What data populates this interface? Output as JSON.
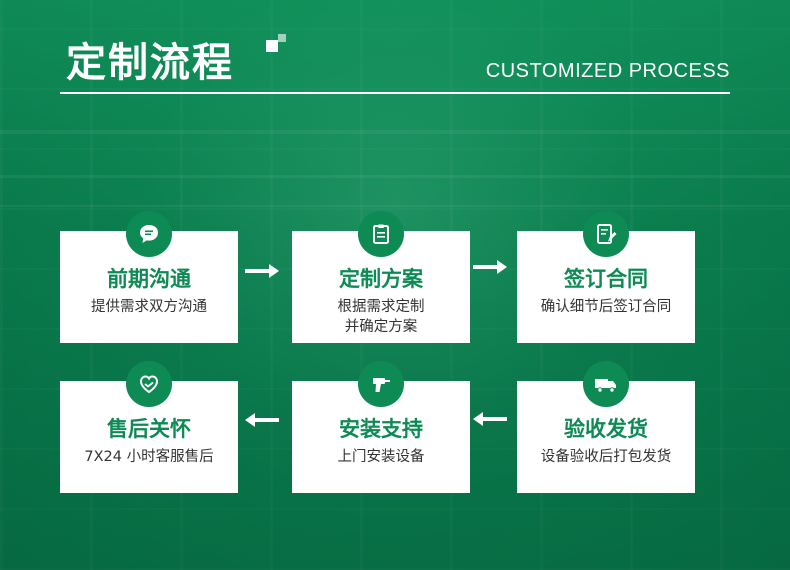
{
  "header": {
    "title": "定制流程",
    "subtitle": "CUSTOMIZED PROCESS"
  },
  "colors": {
    "brand_green": "#0e8a55",
    "card_bg": "#ffffff",
    "desc_text": "#333333"
  },
  "steps": [
    {
      "name": "前期沟通",
      "desc": "提供需求双方沟通",
      "icon": "chat-bubble-icon"
    },
    {
      "name": "定制方案",
      "desc_line1": "根据需求定制",
      "desc_line2": "并确定方案",
      "icon": "clipboard-icon"
    },
    {
      "name": "签订合同",
      "desc": "确认细节后签订合同",
      "icon": "contract-sign-icon"
    },
    {
      "name": "验收发货",
      "desc": "设备验收后打包发货",
      "icon": "delivery-truck-icon"
    },
    {
      "name": "安装支持",
      "desc": "上门安装设备",
      "icon": "drill-tool-icon"
    },
    {
      "name": "售后关怀",
      "desc": "7X24 小时客服售后",
      "icon": "heart-hand-icon"
    }
  ]
}
